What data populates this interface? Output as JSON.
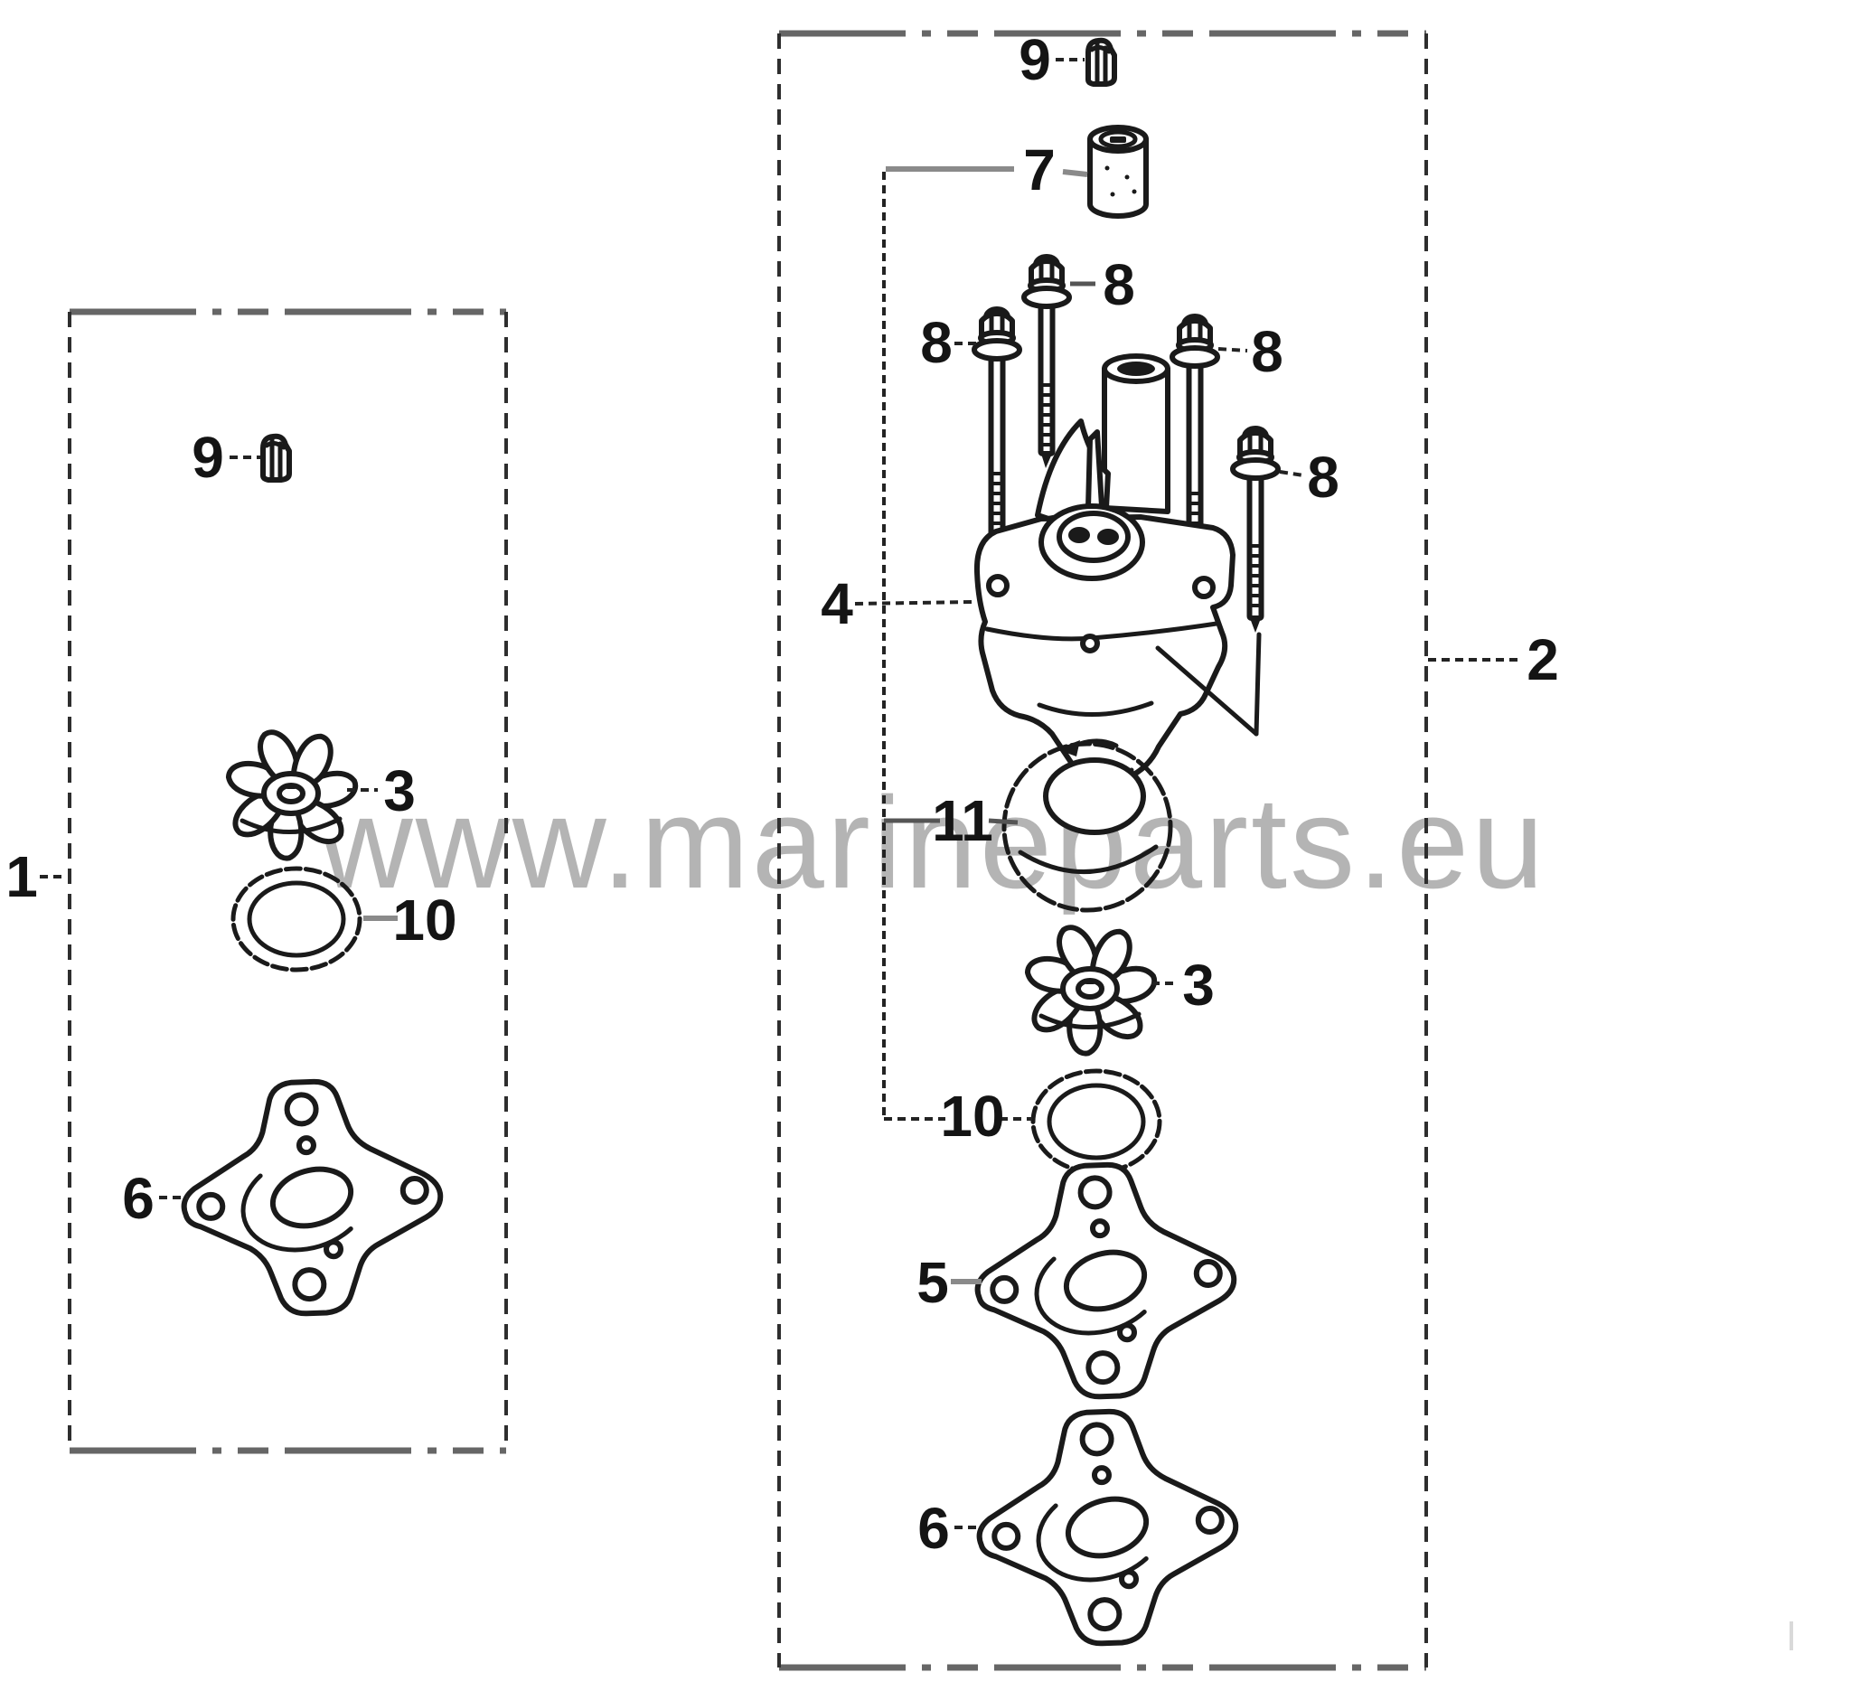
{
  "watermark": {
    "text": "www.marineparts.eu"
  },
  "diagram": {
    "callouts": {
      "kit1": "1",
      "kit2": "2",
      "k1_9": "9",
      "k1_3": "3",
      "k1_10": "10",
      "k1_6": "6",
      "k2_9": "9",
      "k2_7": "7",
      "k2_8a": "8",
      "k2_8b": "8",
      "k2_8c": "8",
      "k2_8d": "8",
      "k2_4": "4",
      "k2_11": "11",
      "k2_3": "3",
      "k2_10": "10",
      "k2_5": "5",
      "k2_6": "6"
    },
    "colors": {
      "line": "#1a1a1a",
      "leader_grey": "#8a8a8a",
      "border": "#555555",
      "watermark": "#b4b4b4",
      "background": "#ffffff"
    }
  }
}
